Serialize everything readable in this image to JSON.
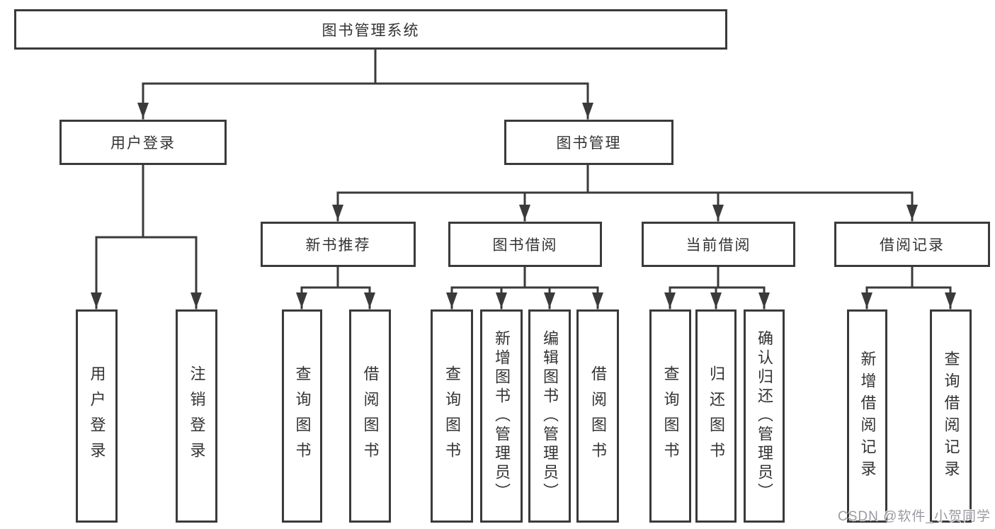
{
  "tree": {
    "root": {
      "label": "图书管理系统",
      "children": [
        {
          "label": "用户登录",
          "children": [
            {
              "label": "用户登录"
            },
            {
              "label": "注销登录"
            }
          ]
        },
        {
          "label": "图书管理",
          "children": [
            {
              "label": "新书推荐",
              "children": [
                {
                  "label": "查询图书"
                },
                {
                  "label": "借阅图书"
                }
              ]
            },
            {
              "label": "图书借阅",
              "children": [
                {
                  "label": "查询图书"
                },
                {
                  "label": "新增图书（管理员）"
                },
                {
                  "label": "编辑图书（管理员）"
                },
                {
                  "label": "借阅图书"
                }
              ]
            },
            {
              "label": "当前借阅",
              "children": [
                {
                  "label": "查询图书"
                },
                {
                  "label": "归还图书"
                },
                {
                  "label": "确认归还（管理员）"
                }
              ]
            },
            {
              "label": "借阅记录",
              "children": [
                {
                  "label": "新增借阅记录"
                },
                {
                  "label": "查询借阅记录"
                }
              ]
            }
          ]
        }
      ]
    }
  },
  "watermark": {
    "text": "CSDN @软件_小贺同学"
  },
  "colors": {
    "line": "#3a3a3a",
    "text": "#333333",
    "box_background": "#ffffff",
    "page_background": "#ffffff",
    "watermark": "#9a9aa2"
  }
}
